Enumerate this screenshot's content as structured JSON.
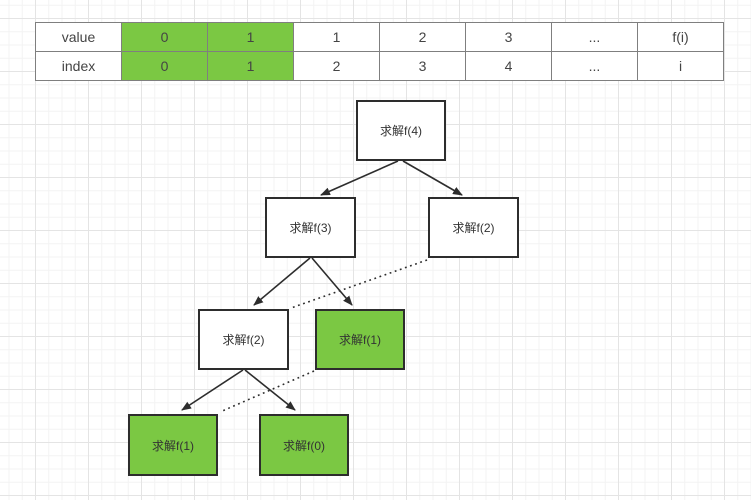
{
  "table": {
    "rows": [
      {
        "header": "value",
        "cells": [
          "0",
          "1",
          "1",
          "2",
          "3",
          "...",
          "f(i)"
        ]
      },
      {
        "header": "index",
        "cells": [
          "0",
          "1",
          "2",
          "3",
          "4",
          "...",
          "i"
        ]
      }
    ]
  },
  "tree": {
    "nodes": [
      {
        "id": "f4",
        "label": "求解f(4)",
        "highlighted": false
      },
      {
        "id": "f3",
        "label": "求解f(3)",
        "highlighted": false
      },
      {
        "id": "f2-right",
        "label": "求解f(2)",
        "highlighted": false
      },
      {
        "id": "f2-left",
        "label": "求解f(2)",
        "highlighted": false
      },
      {
        "id": "f1-right",
        "label": "求解f(1)",
        "highlighted": true
      },
      {
        "id": "f1-left",
        "label": "求解f(1)",
        "highlighted": true
      },
      {
        "id": "f0",
        "label": "求解f(0)",
        "highlighted": true
      }
    ]
  },
  "colors": {
    "highlight_green": "#7bc843",
    "node_border": "#2d2d2d",
    "table_border": "#7f7f7f",
    "edge": "#2d2d2d"
  }
}
